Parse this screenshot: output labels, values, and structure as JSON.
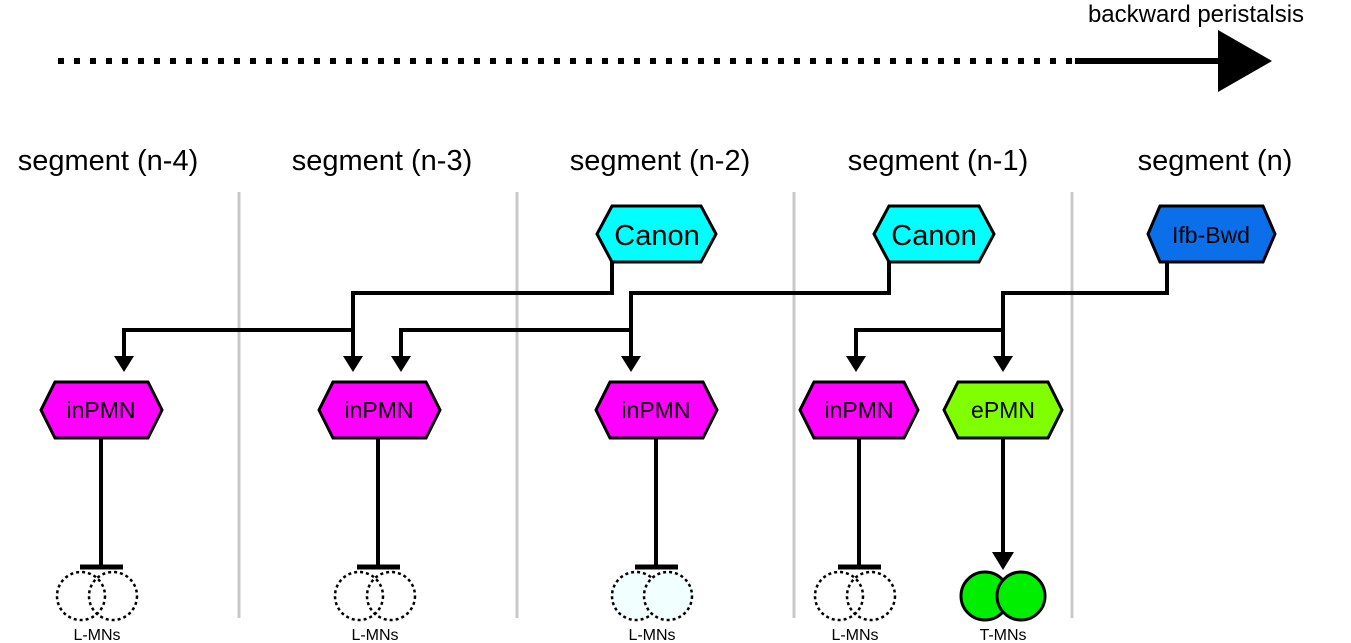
{
  "direction_label": "backward peristalsis",
  "segments": [
    "segment (n-4)",
    "segment (n-3)",
    "segment (n-2)",
    "segment (n-1)",
    "segment (n)"
  ],
  "nodes": {
    "canon_1": "Canon",
    "canon_2": "Canon",
    "ifb_bwd": "Ifb-Bwd",
    "inpmn_1": "inPMN",
    "inpmn_2": "inPMN",
    "inpmn_3": "inPMN",
    "inpmn_4": "inPMN",
    "epmn": "ePMN"
  },
  "motor_neurons": {
    "lmn_1": "L-MNs",
    "lmn_2": "L-MNs",
    "lmn_3": "L-MNs",
    "lmn_4": "L-MNs",
    "tmn": "T-MNs"
  },
  "colors": {
    "canon": "#00ffff",
    "ifb_bwd": "#0a6fe8",
    "inpmn": "#ff00ff",
    "epmn": "#80ff00",
    "tmn": "#00ee00",
    "divider": "#c8c8c8"
  },
  "legend": {
    "icons": [
      "arrow-head-excitatory",
      "bar-head-inhibitory"
    ]
  }
}
